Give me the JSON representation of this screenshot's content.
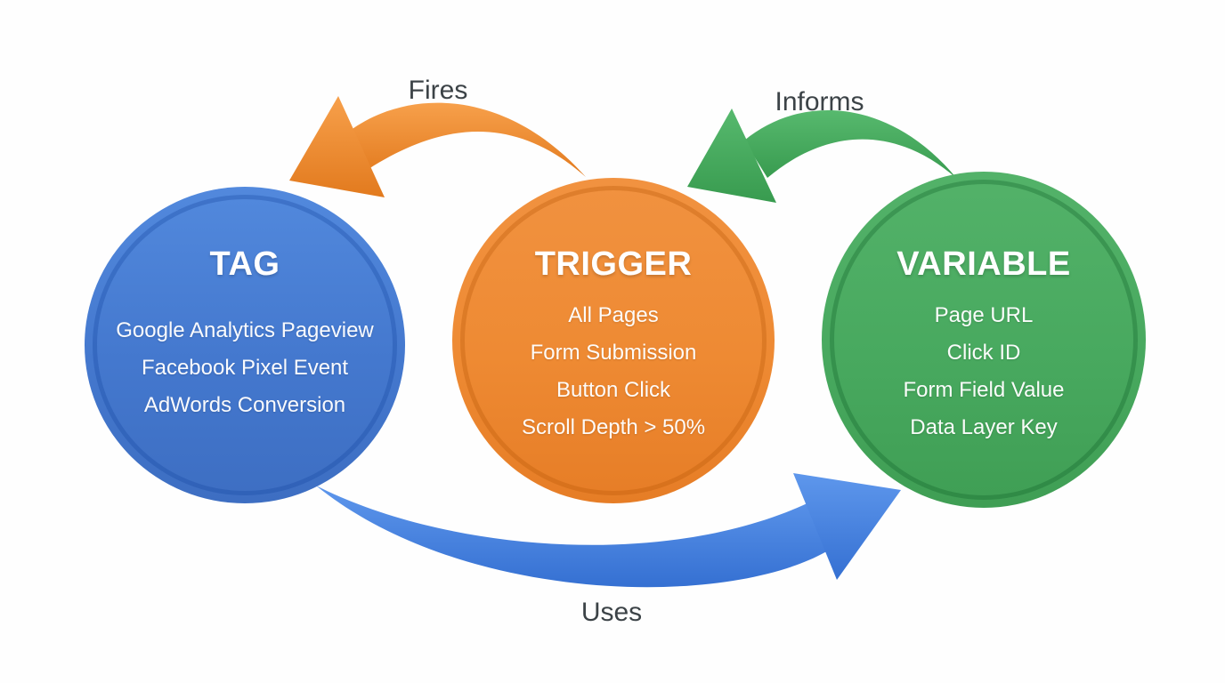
{
  "canvas": {
    "background": "#FEFEFE"
  },
  "circles": [
    {
      "id": "tag",
      "title": "TAG",
      "items": [
        "Google Analytics Pageview",
        "Facebook Pixel Event",
        "AdWords Conversion"
      ],
      "color": "#4478CE"
    },
    {
      "id": "trigger",
      "title": "TRIGGER",
      "items": [
        "All Pages",
        "Form Submission",
        "Button Click",
        "Scroll Depth > 50%"
      ],
      "color": "#EE8A33"
    },
    {
      "id": "variable",
      "title": "VARIABLE",
      "items": [
        "Page URL",
        "Click ID",
        "Form Field Value",
        "Data Layer Key"
      ],
      "color": "#48A95F"
    }
  ],
  "arrows": [
    {
      "id": "fires",
      "label": "Fires",
      "from": "TRIGGER",
      "to": "TAG",
      "color": "#F08C30"
    },
    {
      "id": "informs",
      "label": "Informs",
      "from": "VARIABLE",
      "to": "TRIGGER",
      "color": "#4AAD62"
    },
    {
      "id": "uses",
      "label": "Uses",
      "from": "TAG",
      "to": "VARIABLE",
      "color": "#4583DF"
    }
  ]
}
